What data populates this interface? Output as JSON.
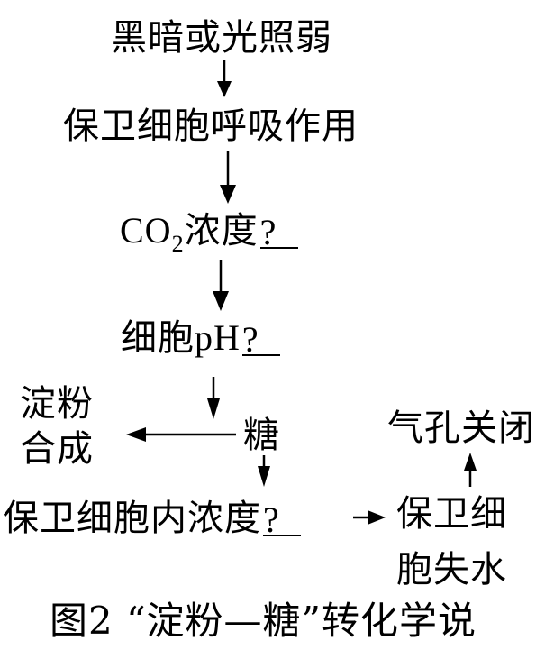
{
  "diagram": {
    "nodes": {
      "trigger": "黑暗或光照弱",
      "respiration": "保卫细胞呼吸作用",
      "co2": {
        "prefix": "CO",
        "subscript": "2",
        "suffix": "浓度",
        "question": "?"
      },
      "ph": {
        "prefix": "细胞",
        "latin": "pH",
        "question": "?"
      },
      "starch_line1": "淀粉",
      "starch_line2": "合成",
      "sugar": "糖",
      "concentration": {
        "text": "保卫细胞内浓度",
        "question": "?"
      },
      "stomata_closed": "气孔关闭",
      "water_loss_line1": "保卫细",
      "water_loss_line2": "胞失水"
    },
    "edges": [
      {
        "from": "trigger",
        "to": "respiration"
      },
      {
        "from": "respiration",
        "to": "co2"
      },
      {
        "from": "co2",
        "to": "ph"
      },
      {
        "from": "ph",
        "to": "junction"
      },
      {
        "from": "sugar",
        "to": "starch"
      },
      {
        "from": "sugar",
        "to": "concentration"
      },
      {
        "from": "concentration",
        "to": "water_loss"
      },
      {
        "from": "water_loss",
        "to": "stomata_closed"
      }
    ],
    "caption": "图2 “淀粉—糖”转化学说"
  }
}
